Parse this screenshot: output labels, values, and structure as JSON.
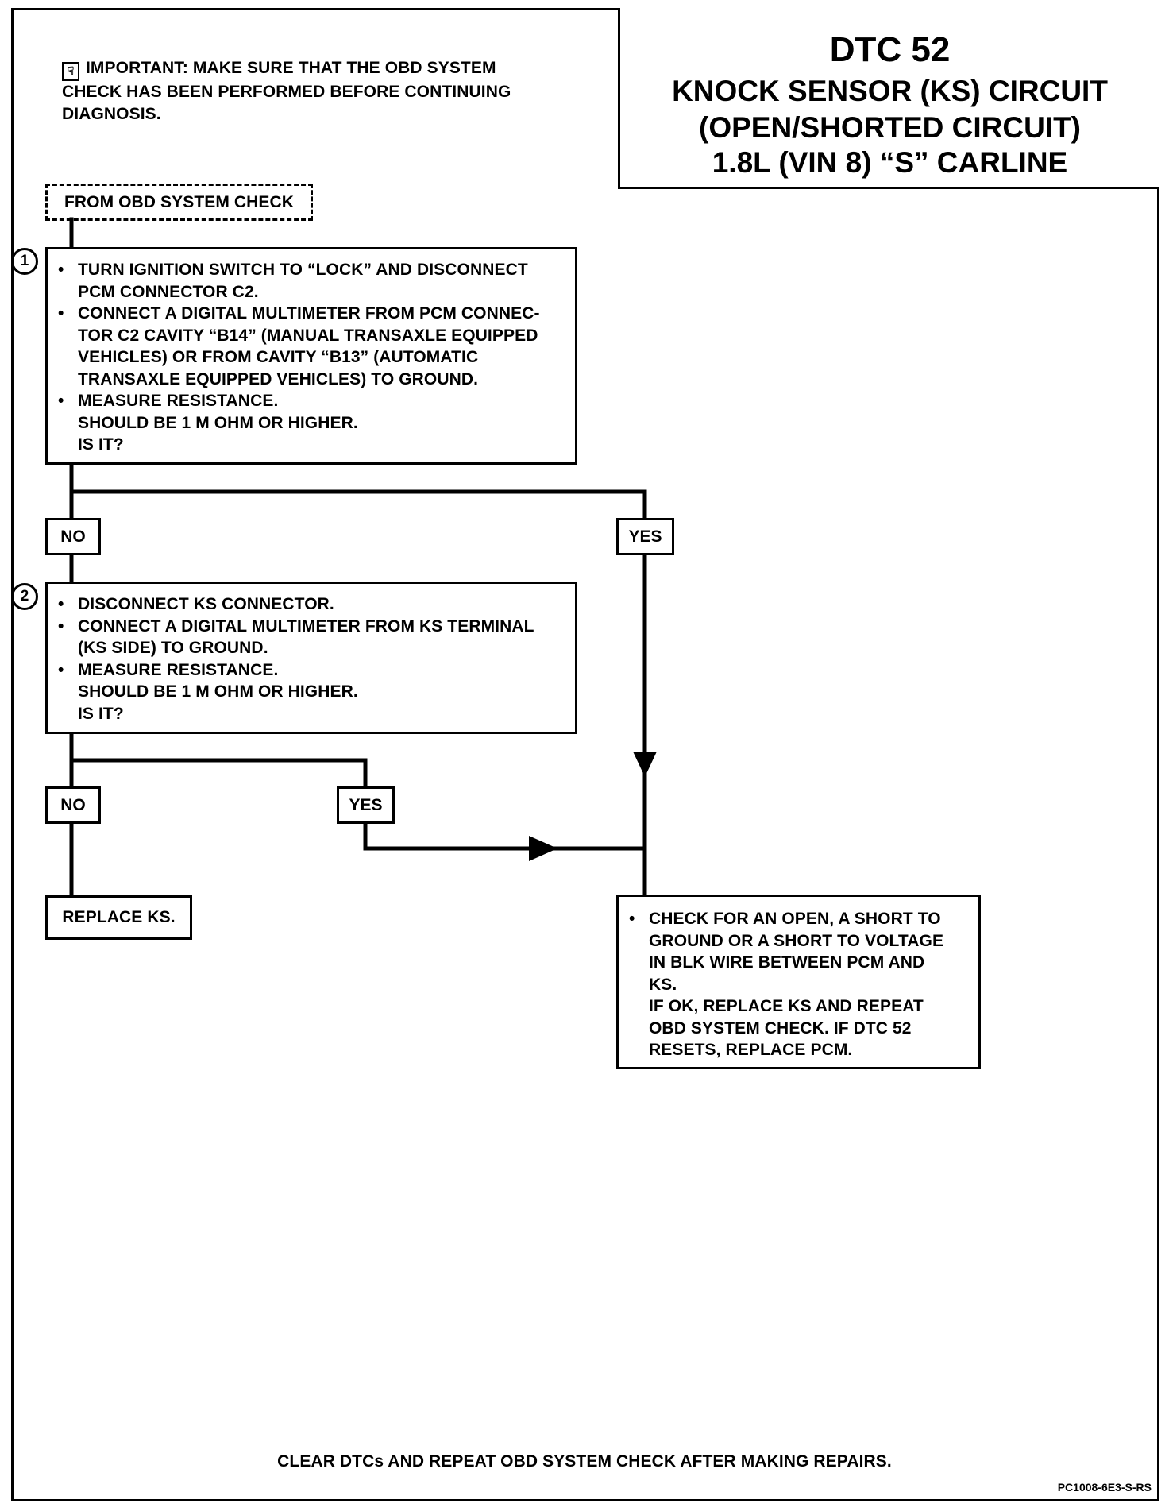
{
  "title": {
    "line1": "DTC 52",
    "line2": "KNOCK SENSOR (KS) CIRCUIT",
    "line3": "(OPEN/SHORTED CIRCUIT)",
    "line4": "1.8L (VIN 8) “S” CARLINE"
  },
  "important": {
    "icon": "important-hand-icon",
    "icon_glyph": "☟",
    "text": "IMPORTANT:  MAKE SURE THAT THE OBD SYSTEM\nCHECK HAS BEEN PERFORMED BEFORE CONTINUING\nDIAGNOSIS."
  },
  "start": {
    "label": "FROM OBD SYSTEM CHECK"
  },
  "step1": {
    "number": "1",
    "bullets": [
      "TURN IGNITION SWITCH TO “LOCK” AND DISCONNECT\nPCM CONNECTOR C2.",
      "CONNECT A DIGITAL MULTIMETER FROM PCM CONNEC-\nTOR C2 CAVITY “B14” (MANUAL TRANSAXLE EQUIPPED\nVEHICLES) OR FROM CAVITY “B13” (AUTOMATIC\nTRANSAXLE EQUIPPED VEHICLES) TO GROUND.",
      "MEASURE RESISTANCE.\nSHOULD BE 1 M OHM OR HIGHER.\nIS IT?"
    ],
    "no": "NO",
    "yes": "YES"
  },
  "step2": {
    "number": "2",
    "bullets": [
      "DISCONNECT KS CONNECTOR.",
      "CONNECT A DIGITAL MULTIMETER FROM KS TERMINAL\n(KS SIDE) TO GROUND.",
      "MEASURE RESISTANCE.\nSHOULD BE 1 M OHM OR HIGHER.\nIS IT?"
    ],
    "no": "NO",
    "yes": "YES"
  },
  "replace": {
    "label": "REPLACE KS."
  },
  "check": {
    "bullets": [
      "CHECK  FOR AN OPEN, A SHORT TO\nGROUND OR A SHORT TO VOLTAGE\nIN BLK WIRE BETWEEN PCM AND\nKS.\nIF OK, REPLACE KS AND REPEAT\nOBD SYSTEM CHECK. IF DTC 52\nRESETS, REPLACE PCM."
    ]
  },
  "footer": {
    "note": "CLEAR DTCs AND REPEAT OBD SYSTEM CHECK AFTER MAKING REPAIRS.",
    "code": "PC1008-6E3-S-RS"
  }
}
